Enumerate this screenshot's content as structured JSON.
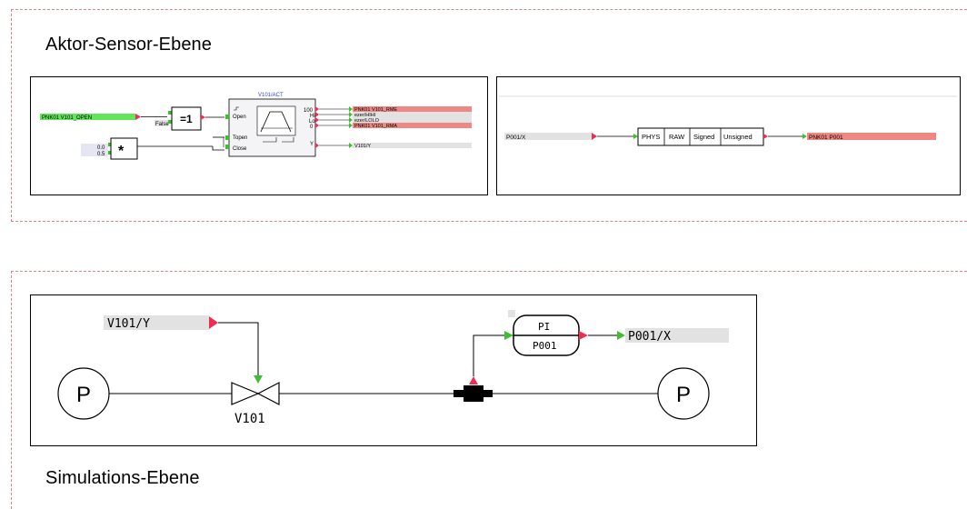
{
  "sections": {
    "top_title": "Aktor-Sensor-Ebene",
    "bottom_title": "Simulations-Ebene"
  },
  "actuator_panel": {
    "input_open": "PNK01 V101_OPEN",
    "false_label": "False",
    "xor_label": "=1",
    "const_a": "0.0",
    "const_b": "0.5",
    "mul_label": "*",
    "block_title": "V101/ACT",
    "pin_open": "Open",
    "pin_topen": "Topen",
    "pin_close": "Close",
    "out_100": "100",
    "out_hi": "Hi",
    "out_lo": "Lo",
    "out_0": "0",
    "out_y": "Y",
    "sig_rme": "PNK01 V101_RME",
    "sig_hihi": "ezer/HIHI",
    "sig_lolo": "ezer/LOLO",
    "sig_rma": "PNK01 V101_RMA",
    "sig_y": "V101/Y"
  },
  "sensor_panel": {
    "input": "P001/X",
    "modes": [
      "PHYS",
      "RAW",
      "Signed",
      "Unsigned"
    ],
    "output": "PNK01 P001"
  },
  "simulation": {
    "input_signal": "V101/Y",
    "pump_left": "P",
    "pump_right": "P",
    "valve_label": "V101",
    "sensor_type": "PI",
    "sensor_tag": "P001",
    "output_signal": "P001/X"
  },
  "colors": {
    "section_border": "#d8828a",
    "signal_green": "#62e55b",
    "signal_red": "#ef8783",
    "signal_gray": "#e2e2e2",
    "pin_red": "#ee2d52",
    "pin_green": "#3fbf2f",
    "block_title_blue": "#3b43d6"
  }
}
